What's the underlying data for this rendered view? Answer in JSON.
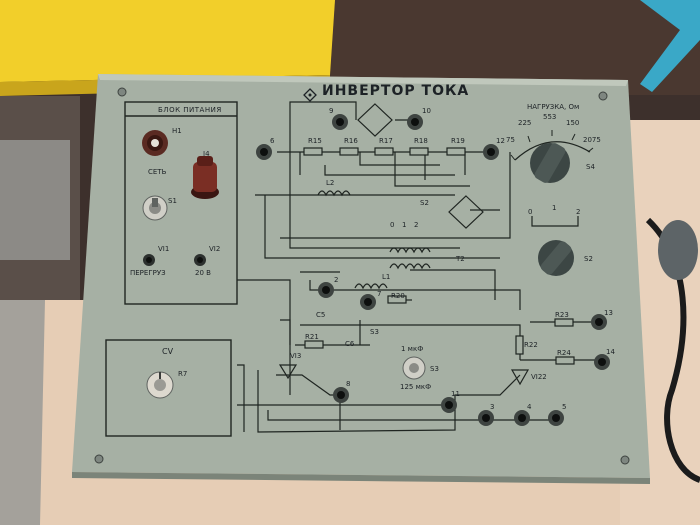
{
  "panel": {
    "title": "ИНВЕРТОР ТОКА",
    "power_block": {
      "heading": "БЛОК ПИТАНИЯ",
      "fuse_label": "H1",
      "network_label": "СЕТЬ",
      "indicator_label": "I4",
      "switch_label": "S1",
      "vd1_label": "VI1",
      "vd2_label": "VI2",
      "overload_label": "ПЕРЕГРУЗ",
      "voltage_label": "20 В"
    },
    "cv_block": {
      "heading": "CV",
      "knob_label": "R7"
    },
    "load": {
      "heading": "НАГРУЗКА, Ом",
      "scale": [
        "75",
        "225",
        "553",
        "150",
        "2075"
      ],
      "switch_label": "S4"
    },
    "selector": {
      "scale": [
        "0",
        "1",
        "2"
      ],
      "switch_label": "S2"
    },
    "capacitor_switch": {
      "top_label": "1 мкФ",
      "bottom_label": "125 мкФ",
      "switch_label": "S3"
    },
    "components": [
      "R15",
      "R16",
      "R17",
      "R18",
      "R19",
      "L2",
      "L1",
      "S2",
      "T2",
      "C5",
      "R20",
      "R21",
      "C6",
      "S3",
      "VI3",
      "R22",
      "R23",
      "R24",
      "VI22"
    ],
    "jack_labels": [
      "6",
      "9",
      "10",
      "12",
      "2",
      "7",
      "8",
      "11",
      "3",
      "4",
      "5",
      "13",
      "14"
    ],
    "small_marks": [
      "0",
      "1",
      "2"
    ]
  }
}
